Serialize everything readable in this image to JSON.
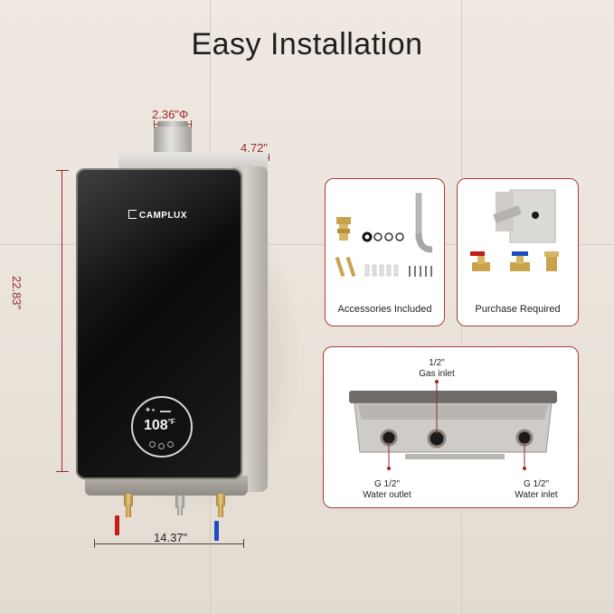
{
  "title": "Easy Installation",
  "dimensions": {
    "flue_diameter": "2.36\"Φ",
    "depth": "4.72\"",
    "height": "22.83\"",
    "width": "14.37\""
  },
  "product": {
    "brand": "CAMPLUX",
    "display_temp": "108",
    "display_unit": "°F"
  },
  "cards": {
    "accessories_label": "Accessories Included",
    "purchase_label": "Purchase Required"
  },
  "connections": {
    "gas_size": "1/2\"",
    "gas_label": "Gas inlet",
    "water_outlet_size": "G 1/2\"",
    "water_outlet_label": "Water outlet",
    "water_inlet_size": "G 1/2\"",
    "water_inlet_label": "Water inlet"
  },
  "colors": {
    "accent": "#9a2a2a",
    "heater_black": "#0b0b0b"
  }
}
